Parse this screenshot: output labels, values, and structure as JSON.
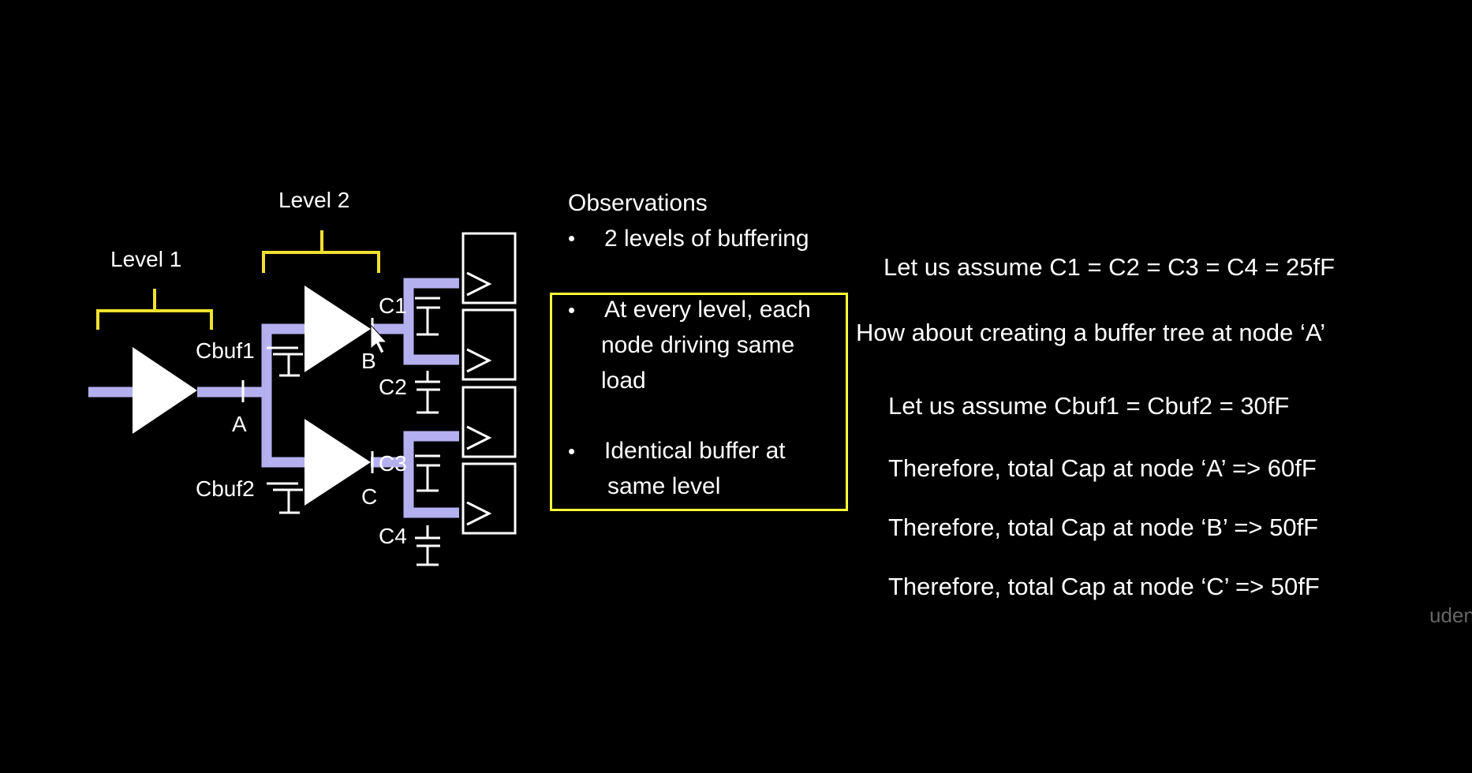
{
  "diagram": {
    "level1": "Level 1",
    "level2": "Level 2",
    "cbuf1": "Cbuf1",
    "cbuf2": "Cbuf2",
    "node_a": "A",
    "node_b": "B",
    "node_c": "C",
    "c1": "C1",
    "c2": "C2",
    "c3": "C3",
    "c4": "C4"
  },
  "observations": {
    "title": "Observations",
    "bullet_symbol": "•",
    "item1": "2 levels of buffering",
    "boxed_item1_lines": [
      "At every level, each",
      "node driving same",
      "load"
    ],
    "boxed_item2_lines": [
      "Identical buffer at",
      "same level"
    ]
  },
  "notes": [
    "Let us assume C1 = C2 = C3 = C4 = 25fF",
    "How about creating a buffer tree at node ‘A’",
    "Let us assume Cbuf1 = Cbuf2 = 30fF",
    "Therefore, total Cap at node ‘A’  => 60fF",
    "Therefore, total Cap at node ‘B’  => 50fF",
    "Therefore, total Cap at node ‘C’  => 50fF"
  ],
  "watermark": "uden",
  "colors": {
    "wire": "#b4b0f0",
    "bracket": "#f2e030",
    "box_border": "#ffff33",
    "background": "#000000"
  }
}
